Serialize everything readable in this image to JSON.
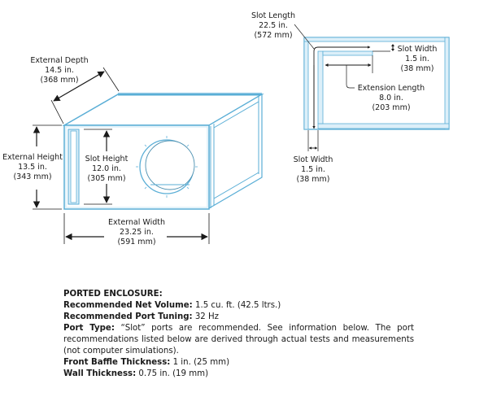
{
  "colors": {
    "outline": "#5aaed6",
    "fill": "#dceff9",
    "ink": "#1a1a1a"
  },
  "box_diagram": {
    "external_depth": {
      "label": "External Depth",
      "inches": "14.5 in.",
      "mm": "(368 mm)"
    },
    "external_height": {
      "label": "External Height",
      "inches": "13.5 in.",
      "mm": "(343 mm)"
    },
    "slot_height": {
      "label": "Slot Height",
      "inches": "12.0 in.",
      "mm": "(305 mm)"
    },
    "external_width": {
      "label": "External Width",
      "inches": "23.25 in.",
      "mm": "(591 mm)"
    }
  },
  "top_view": {
    "slot_length": {
      "label": "Slot Length",
      "inches": "22.5 in.",
      "mm": "(572 mm)"
    },
    "slot_width_top": {
      "label": "Slot Width",
      "inches": "1.5 in.",
      "mm": "(38 mm)"
    },
    "extension_length": {
      "label": "Extension Length",
      "inches": "8.0 in.",
      "mm": "(203 mm)"
    },
    "slot_width_bottom": {
      "label": "Slot Width",
      "inches": "1.5 in.",
      "mm": "(38 mm)"
    }
  },
  "specs": {
    "heading": "PORTED ENCLOSURE:",
    "net_volume_label": "Recommended Net Volume:",
    "net_volume_value": " 1.5 cu. ft. (42.5 ltrs.)",
    "port_tuning_label": "Recommended Port Tuning:",
    "port_tuning_value": " 32 Hz",
    "port_type_label": "Port Type:",
    "port_type_value": " “Slot” ports are recommended. See information below. The port recommendations listed below are derived through actual tests and measurements (not computer simulations).",
    "baffle_label": "Front Baffle Thickness:",
    "baffle_value": " 1 in. (25 mm)",
    "wall_label": "Wall Thickness:",
    "wall_value": " 0.75 in. (19 mm)"
  }
}
